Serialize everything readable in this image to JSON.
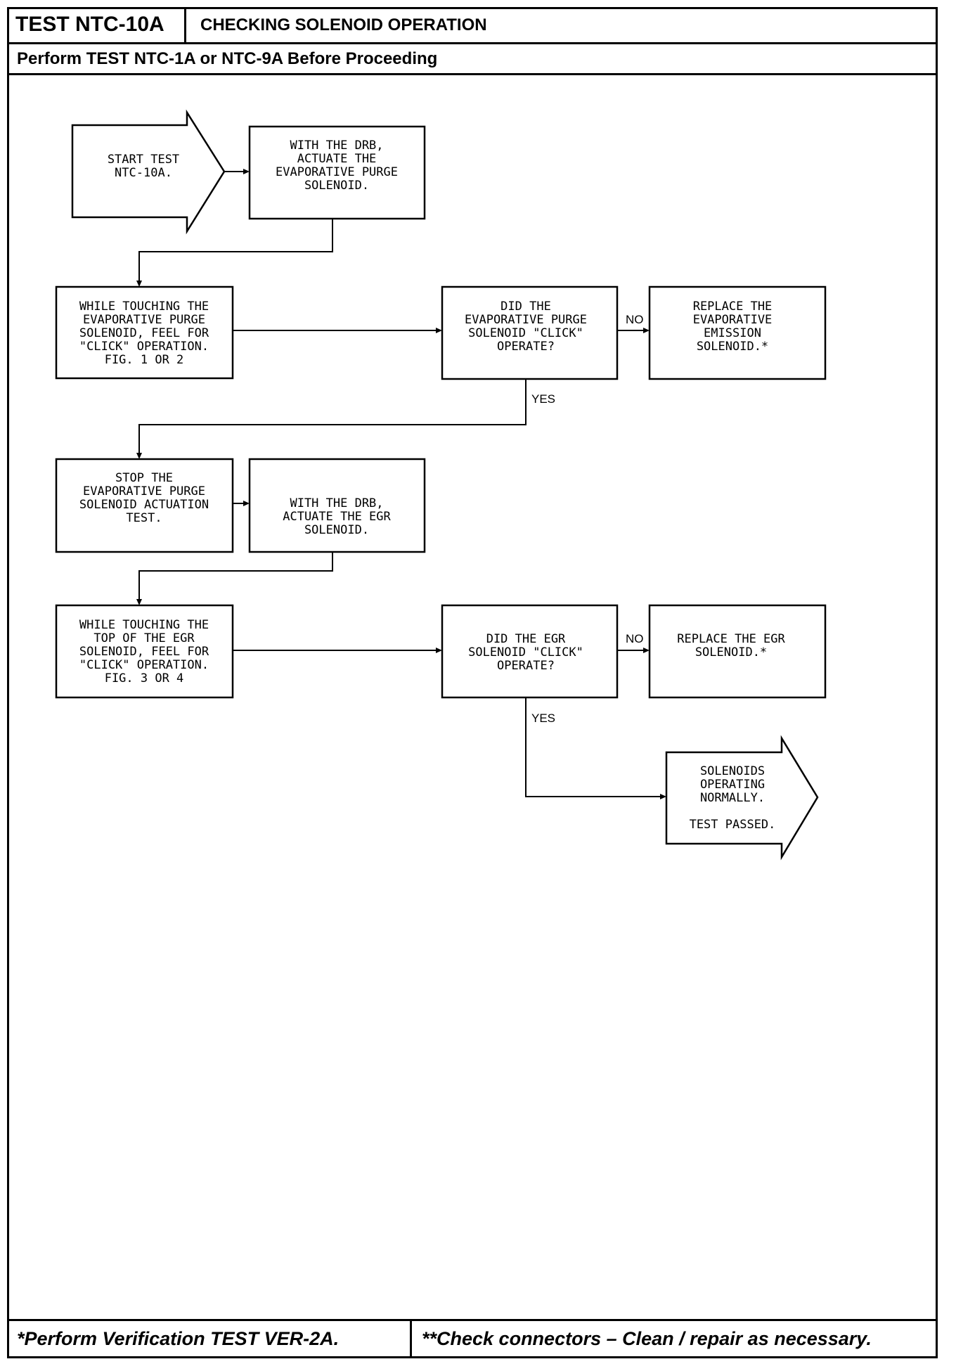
{
  "header": {
    "test_id": "TEST NTC-10A",
    "title": "CHECKING SOLENOID OPERATION",
    "prerequisite": "Perform TEST NTC-1A or NTC-9A Before Proceeding"
  },
  "footer": {
    "left_note": "*Perform Verification TEST VER-2A.",
    "right_note": "**Check connectors – Clean / repair as necessary."
  },
  "flow": {
    "start": [
      "START TEST",
      "NTC-10A."
    ],
    "step_actuate_purge": [
      "WITH THE DRB,",
      "ACTUATE THE",
      "EVAPORATIVE PURGE",
      "SOLENOID."
    ],
    "step_feel_purge": [
      "WHILE TOUCHING THE",
      "EVAPORATIVE PURGE",
      "SOLENOID, FEEL FOR",
      "\"CLICK\" OPERATION.",
      "FIG. 1 OR 2"
    ],
    "decision_purge": [
      "DID THE",
      "EVAPORATIVE PURGE",
      "SOLENOID \"CLICK\"",
      "OPERATE?"
    ],
    "replace_evap": [
      "REPLACE THE",
      "EVAPORATIVE",
      "EMISSION",
      "SOLENOID.*"
    ],
    "step_stop_purge": [
      "STOP THE",
      "EVAPORATIVE PURGE",
      "SOLENOID ACTUATION",
      "TEST."
    ],
    "step_actuate_egr": [
      "WITH THE DRB,",
      "ACTUATE THE EGR",
      "SOLENOID."
    ],
    "step_feel_egr": [
      "WHILE TOUCHING THE",
      "TOP OF THE EGR",
      "SOLENOID, FEEL FOR",
      "\"CLICK\" OPERATION.",
      "FIG. 3 OR 4"
    ],
    "decision_egr": [
      "DID THE EGR",
      "SOLENOID \"CLICK\"",
      "OPERATE?"
    ],
    "replace_egr": [
      "REPLACE THE EGR",
      "SOLENOID.*"
    ],
    "end": [
      "SOLENOIDS",
      "OPERATING",
      "NORMALLY.",
      "",
      "TEST PASSED."
    ],
    "no_label": "NO",
    "yes_label": "YES"
  }
}
